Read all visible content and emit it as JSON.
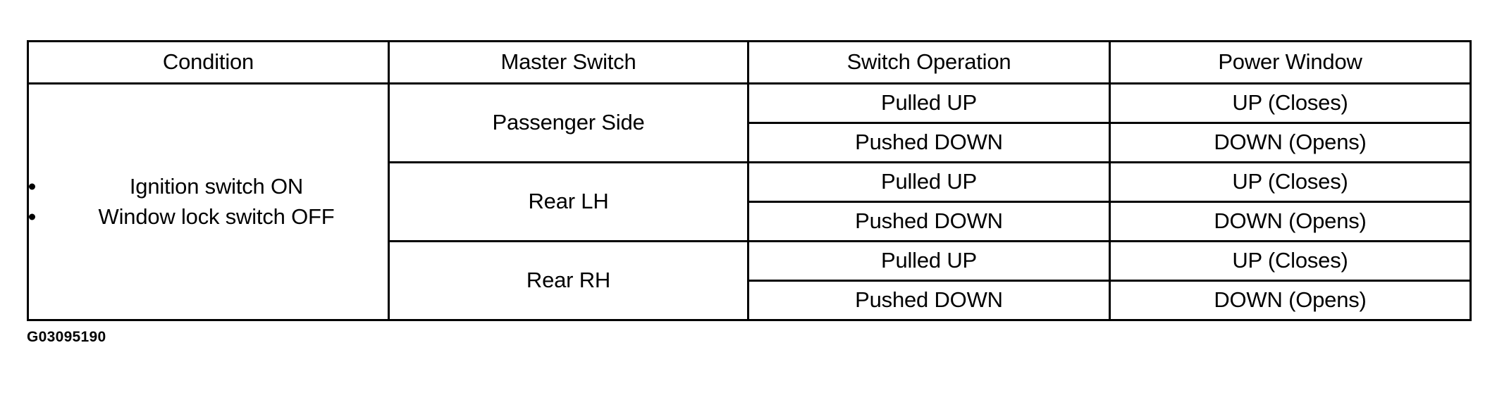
{
  "figure": {
    "caption": "G03095190",
    "background_color": "#ffffff",
    "line_color": "#000000"
  },
  "table": {
    "columns": [
      {
        "key": "condition",
        "label": "Condition"
      },
      {
        "key": "master_switch",
        "label": "Master Switch"
      },
      {
        "key": "switch_operation",
        "label": "Switch Operation"
      },
      {
        "key": "power_window",
        "label": "Power Window"
      }
    ],
    "condition": {
      "bullets": [
        "Ignition switch ON",
        "Window lock switch OFF"
      ]
    },
    "groups": [
      {
        "master_switch": "Passenger Side",
        "rows": [
          {
            "switch_operation": "Pulled UP",
            "power_window": "UP (Closes)"
          },
          {
            "switch_operation": "Pushed DOWN",
            "power_window": "DOWN (Opens)"
          }
        ]
      },
      {
        "master_switch": "Rear LH",
        "rows": [
          {
            "switch_operation": "Pulled UP",
            "power_window": "UP (Closes)"
          },
          {
            "switch_operation": "Pushed DOWN",
            "power_window": "DOWN (Opens)"
          }
        ]
      },
      {
        "master_switch": "Rear RH",
        "rows": [
          {
            "switch_operation": "Pulled UP",
            "power_window": "UP (Closes)"
          },
          {
            "switch_operation": "Pushed DOWN",
            "power_window": "DOWN (Opens)"
          }
        ]
      }
    ]
  }
}
